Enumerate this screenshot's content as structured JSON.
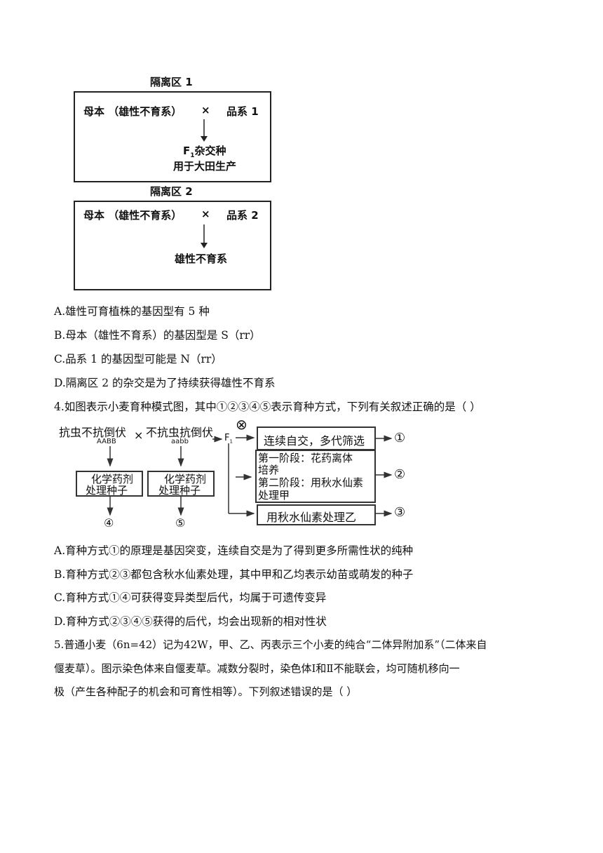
{
  "diagram1": {
    "zone1": {
      "label": "隔离区 1",
      "mother": "母本 （雄性不育系）",
      "cross": "×",
      "line": "品系 1",
      "result_line1": "F",
      "result_sub": "1",
      "result_line1_rest": "杂交种",
      "result_line2": "用于大田生产"
    },
    "zone2": {
      "label": "隔离区 2",
      "mother": "母本 （雄性不育系）",
      "cross": "×",
      "line": "品系 2",
      "result": "雄性不育系"
    }
  },
  "q3_options": [
    "A.雄性可育植株的基因型有 5 种",
    "B.母本（雄性不育系）的基因型是 S（rr）",
    "C.品系 1 的基因型可能是 N（rr）",
    "D.隔离区 2 的杂交是为了持续获得雄性不育系"
  ],
  "q4": {
    "stem": "4.如图表示小麦育种模式图，其中①②③④⑤表示育种方式，下列有关叙述正确的是（    ）",
    "diagram": {
      "parent1": "抗虫不抗倒伏",
      "parent1_genotype": "AABB",
      "parent2": "不抗虫抗倒伏",
      "parent2_genotype": "aabb",
      "cross": "×",
      "selfing_symbol": "⊗",
      "f1": "F",
      "f1_sub": "1",
      "chem_line1": "化学药剂",
      "chem_line2": "处理种子",
      "label4": "④",
      "label5": "⑤",
      "box1": "连续自交，多代筛选",
      "box2_line1": "第一阶段：花药离体",
      "box2_line2": "培养",
      "box2_line3": "第二阶段：用秋水仙素",
      "box2_line4": "处理甲",
      "box3": "用秋水仙素处理乙",
      "out1": "①",
      "out2": "②",
      "out3": "③"
    },
    "options": [
      "A.育种方式①的原理是基因突变，连续自交是为了得到更多所需性状的纯种",
      "B.育种方式②③都包含秋水仙素处理，其中甲和乙均表示幼苗或萌发的种子",
      "C.育种方式①④可获得变异类型后代，均属于可遗传变异",
      "D.育种方式②③④⑤获得的后代，均会出现新的相对性状"
    ]
  },
  "q5": {
    "line1": "5.普通小麦（6n=42）记为42W，甲、乙、丙表示三个小麦的纯合“二体异附加系”（二体来自",
    "line2": "偃麦草）。图示染色体来自偃麦草。减数分裂时，染色体Ⅰ和Ⅱ不能联会，均可随机移向一",
    "line3": "极（产生各种配子的机会和可育性相等）。下列叙述错误的是（    ）"
  }
}
